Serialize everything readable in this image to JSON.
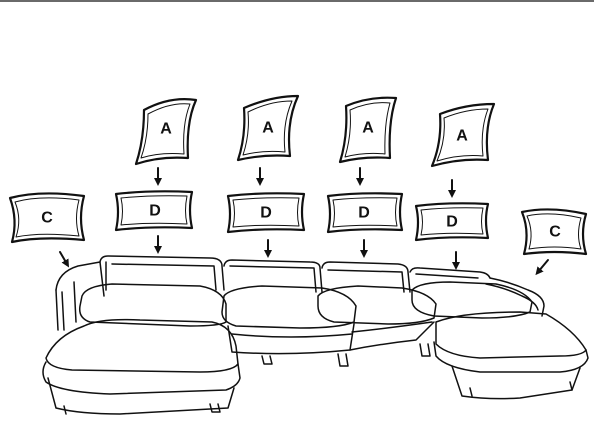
{
  "cushions": {
    "a1": "A",
    "a2": "A",
    "a3": "A",
    "a4": "A",
    "d1": "D",
    "d2": "D",
    "d3": "D",
    "d4": "D",
    "c_left": "C",
    "c_right": "C"
  }
}
